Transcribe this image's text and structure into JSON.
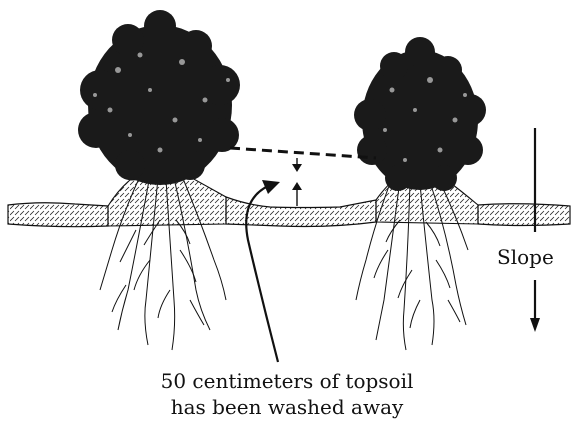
{
  "labels": {
    "slope": "Slope",
    "caption_line1": "50 centimeters of topsoil",
    "caption_line2": "has been washed away"
  },
  "icons": {
    "left_plant": "shrub-icon",
    "right_plant": "shrub-icon",
    "slope_arrow": "arrow-down-icon"
  },
  "colors": {
    "ink": "#111111",
    "background": "#ffffff"
  }
}
